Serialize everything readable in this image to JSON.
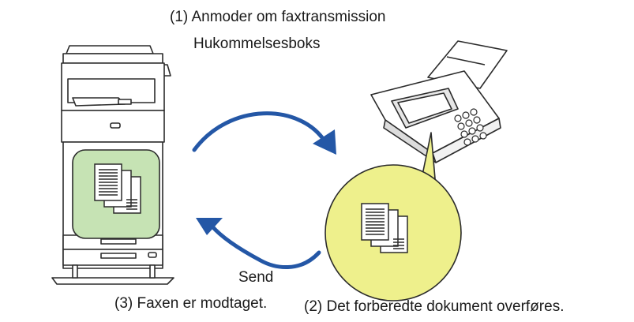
{
  "labels": {
    "request": "(1) Anmoder om faxtransmission",
    "memory_box": "Hukommelsesboks",
    "transferred": "(2) Det forberedte dokument overføres.",
    "received": "(3) Faxen er modtaget.",
    "send": "Send"
  },
  "colors": {
    "arrow": "#2457a6",
    "memory_fill": "#c6e3b4",
    "document_bubble": "#eef08c",
    "outline": "#2b2b2b"
  }
}
